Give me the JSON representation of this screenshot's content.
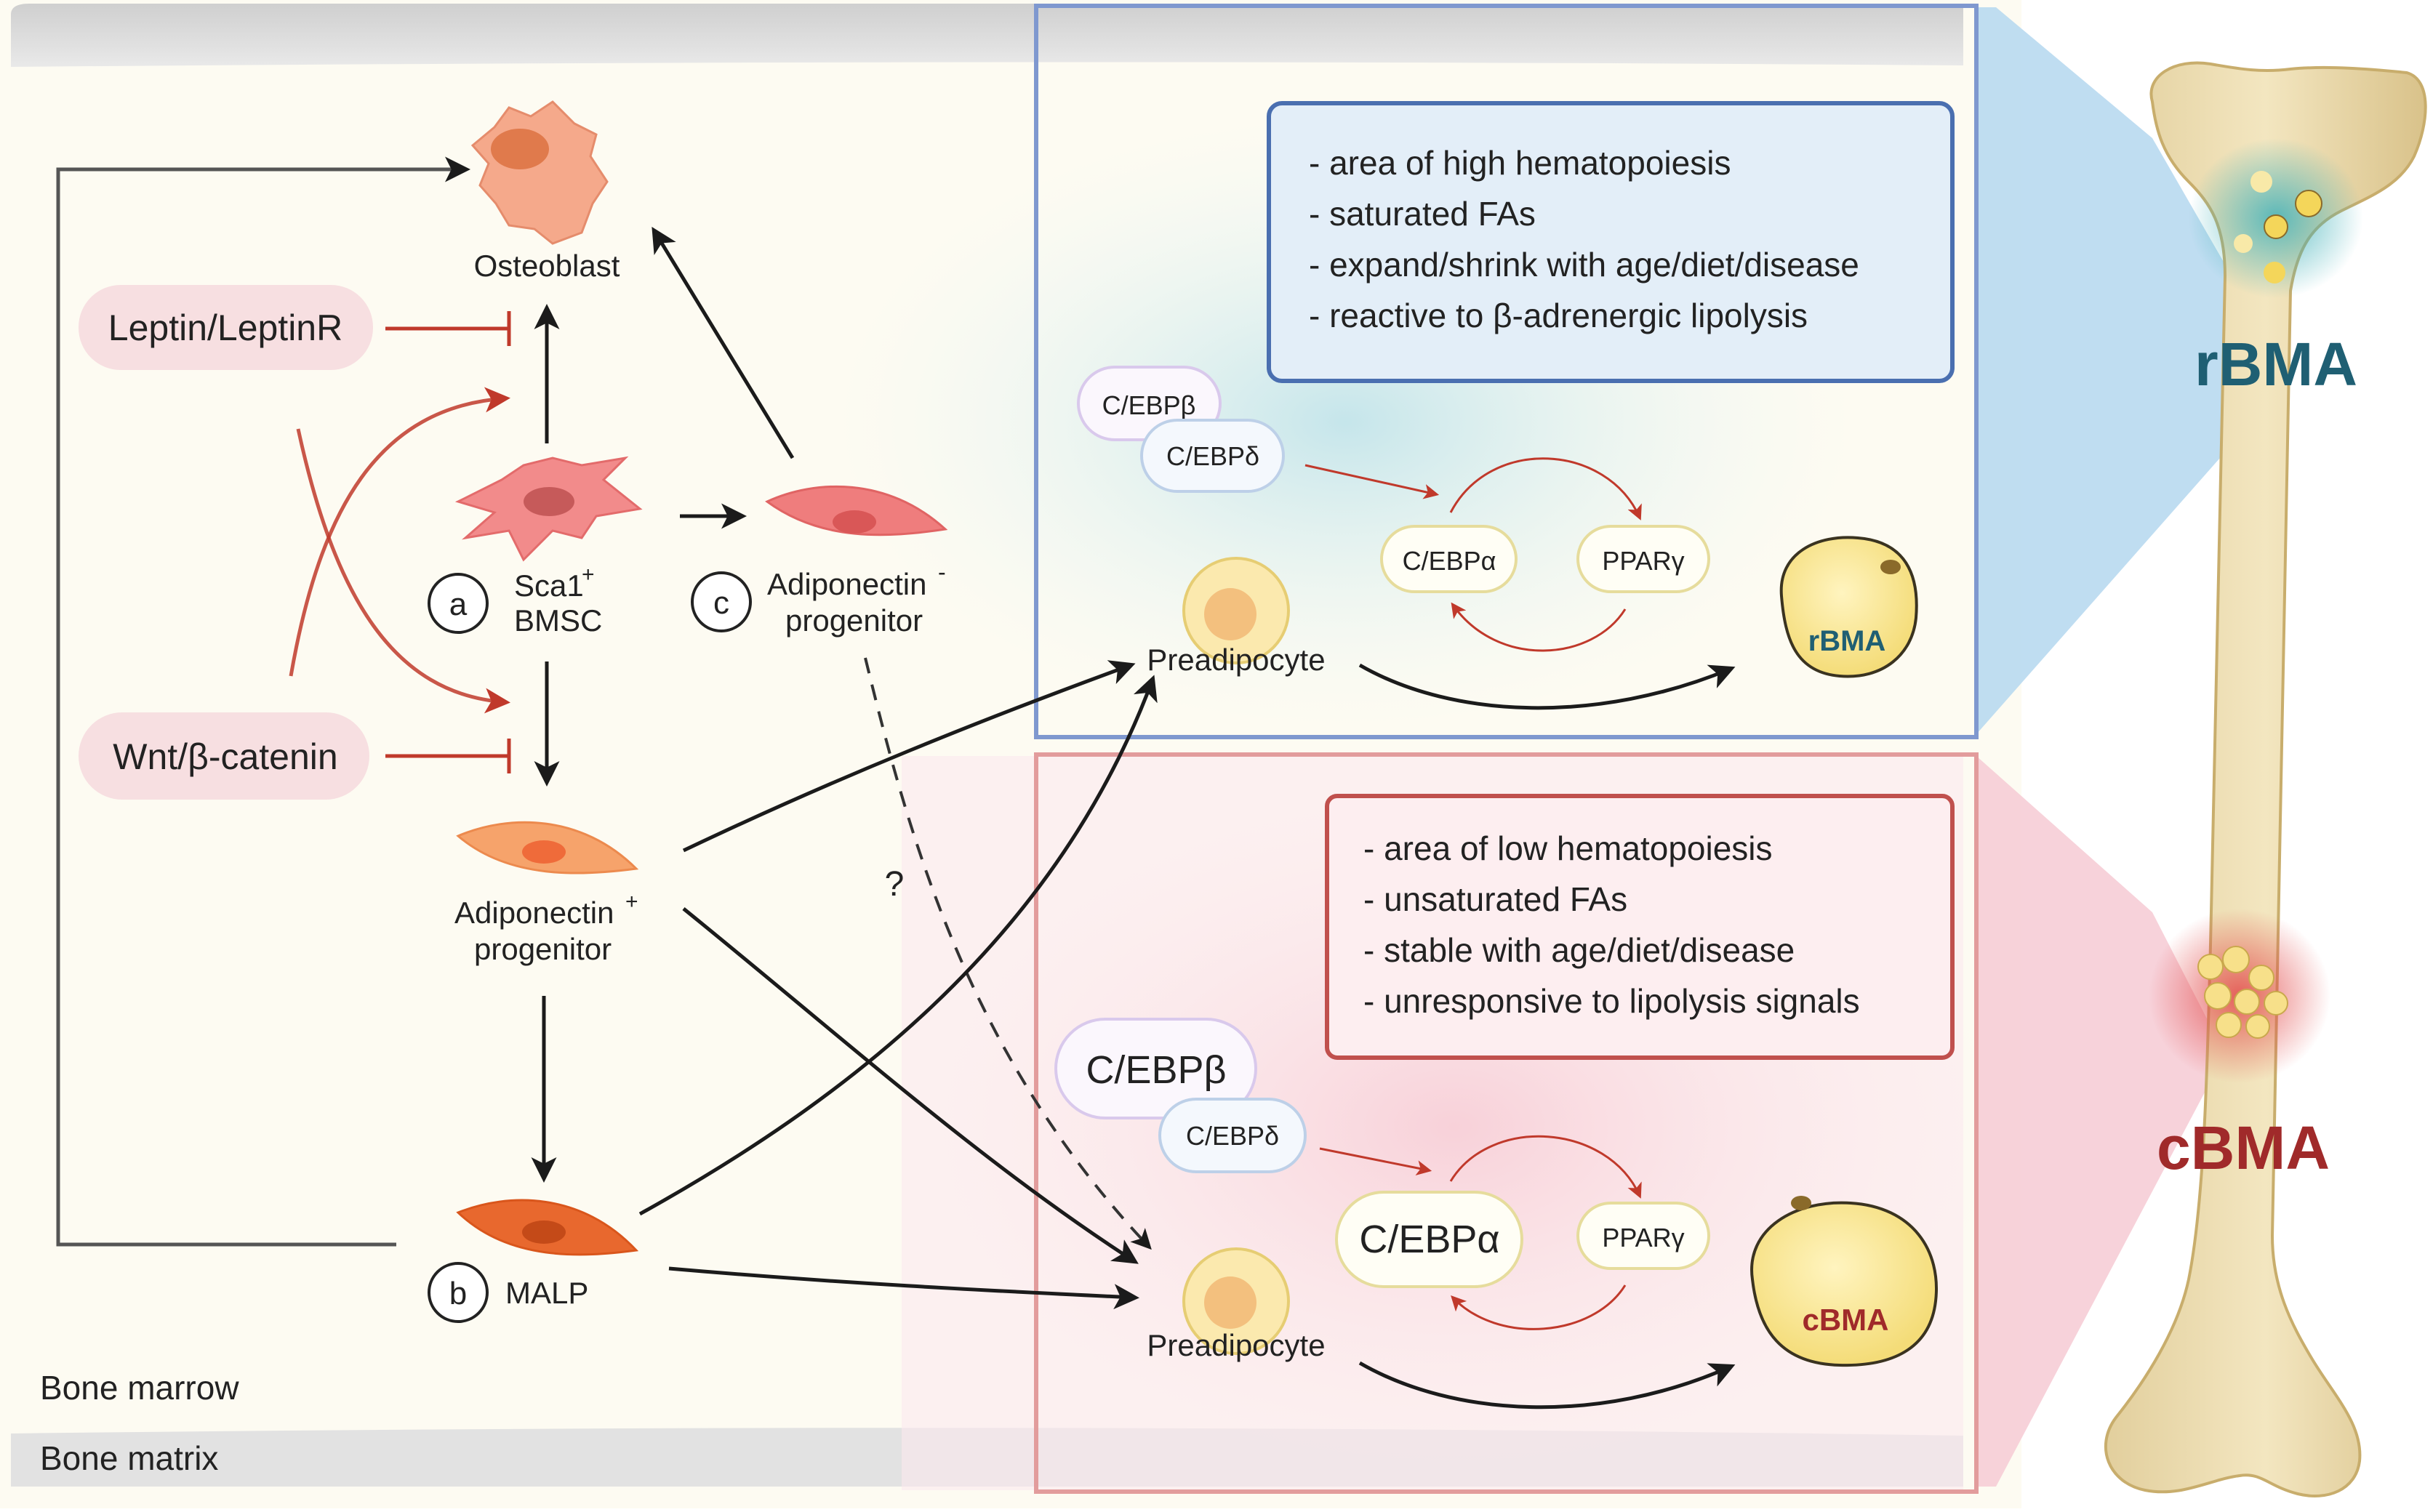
{
  "regions": {
    "bone_marrow": "Bone marrow",
    "bone_matrix": "Bone matrix"
  },
  "cells": {
    "osteoblast": "Osteoblast",
    "bmsc_line1": "Sca1",
    "bmsc_sup": "+",
    "bmsc_line2": "BMSC",
    "adipo_neg_line1": "Adiponectin",
    "adipo_neg_sup": "-",
    "adipo_neg_line2": "progenitor",
    "adipo_pos_line1": "Adiponectin",
    "adipo_pos_sup": "+",
    "adipo_pos_line2": "progenitor",
    "malp": "MALP",
    "preadipocyte_top": "Preadipocyte",
    "preadipocyte_bottom": "Preadipocyte",
    "rbma_cell": "rBMA",
    "cbma_cell": "cBMA"
  },
  "markers": {
    "a": "a",
    "b": "b",
    "c": "c",
    "question": "?"
  },
  "signals": {
    "leptin": "Leptin/LeptinR",
    "wnt": "Wnt/β-catenin"
  },
  "factors_top": {
    "cebpb": "C/EBPβ",
    "cebpd": "C/EBPδ",
    "cebpa": "C/EBPα",
    "pparg": "PPARγ"
  },
  "factors_bottom": {
    "cebpb": "C/EBPβ",
    "cebpd": "C/EBPδ",
    "cebpa": "C/EBPα",
    "pparg": "PPARγ"
  },
  "rbma_info": [
    "- area of high hematopoiesis",
    "- saturated FAs",
    "- expand/shrink with age/diet/disease",
    "- reactive to β-adrenergic lipolysis"
  ],
  "cbma_info": [
    "- area of low hematopoiesis",
    "- unsaturated FAs",
    "- stable with age/diet/disease",
    "- unresponsive to lipolysis signals"
  ],
  "bone_labels": {
    "rbma": "rBMA",
    "cbma": "cBMA"
  },
  "colors": {
    "marrow_bg": "#fdfbf2",
    "rbma_accent": "#1f5f73",
    "cbma_accent": "#a02a2a",
    "rbma_box_border": "#4a6fb0",
    "cbma_box_border": "#c0504d",
    "inhibit_red": "#c0392b"
  }
}
